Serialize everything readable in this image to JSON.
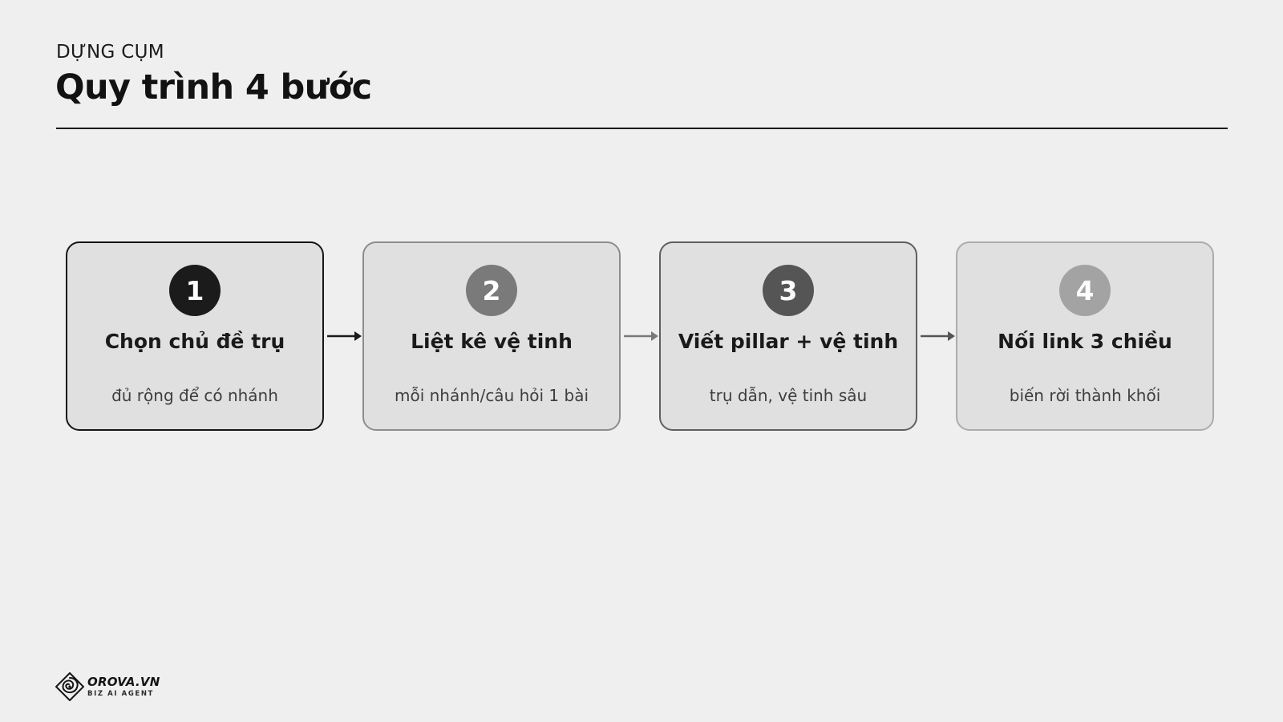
{
  "header": {
    "eyebrow": "DỰNG CỤM",
    "title": "Quy trình 4 bước"
  },
  "steps": [
    {
      "number": "1",
      "title": "Chọn chủ đề trụ",
      "description": "đủ rộng để có nhánh",
      "color": "#1b1b1b"
    },
    {
      "number": "2",
      "title": "Liệt kê vệ tinh",
      "description": "mỗi nhánh/câu hỏi 1 bài",
      "color": "#7a7a7a"
    },
    {
      "number": "3",
      "title": "Viết pillar + vệ tinh",
      "description": "trụ dẫn, vệ tinh sâu",
      "color": "#555555"
    },
    {
      "number": "4",
      "title": "Nối link 3 chiều",
      "description": "biến rời thành khối",
      "color": "#a3a3a3"
    }
  ],
  "footer": {
    "logo_name": "OROVA.VN",
    "logo_tagline": "BIZ AI AGENT",
    "logo_icon": "orova-spiral-logo-icon"
  },
  "colors": {
    "background": "#efefef",
    "card": "#e0e0e0",
    "text": "#161616"
  }
}
